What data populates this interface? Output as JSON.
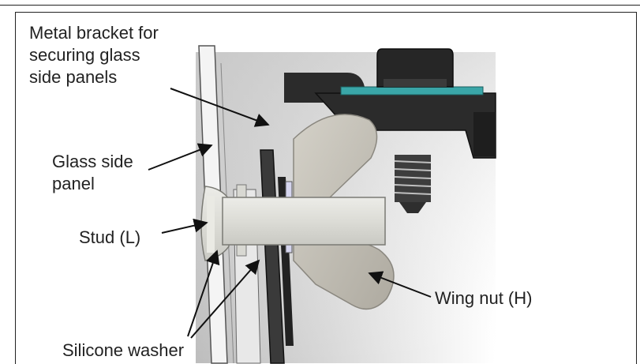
{
  "labels": {
    "bracket": "Metal bracket for\nsecuring glass\nside panels",
    "glass_panel": "Glass side\npanel",
    "stud": "Stud (L)",
    "wing_nut": "Wing nut (H)",
    "washer": "Silicone washer"
  },
  "colors": {
    "frame": "#222222",
    "background_gradient_start": "#c9c9c9",
    "panel_white": "#f4f4f4",
    "bracket_dark": "#2b2b2b",
    "stud_light": "#d9d9d4",
    "wing_nut": "#c4c1b8",
    "teal_washer": "#3aa6a8"
  },
  "icons": {
    "arrow": "arrow-pointer"
  }
}
